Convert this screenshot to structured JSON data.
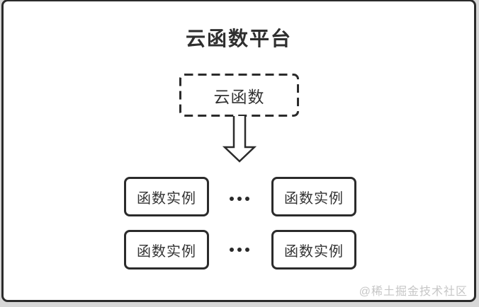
{
  "diagram": {
    "title": "云函数平台",
    "cloud_function_node": {
      "label": "云函数",
      "style": "dashed-border"
    },
    "instances": [
      "函数实例",
      "函数实例",
      "函数实例",
      "函数实例"
    ],
    "icons": {
      "arrow": "down-block-arrow",
      "ellipsis": "horizontal-three-dots"
    },
    "colors": {
      "outer_background": "#d7d7d7",
      "panel_background": "#ffffff",
      "line": "#2b2b2b",
      "text": "#333333",
      "watermark_text": "#c6c6c6"
    },
    "watermark": "@稀土掘金技术社区"
  }
}
